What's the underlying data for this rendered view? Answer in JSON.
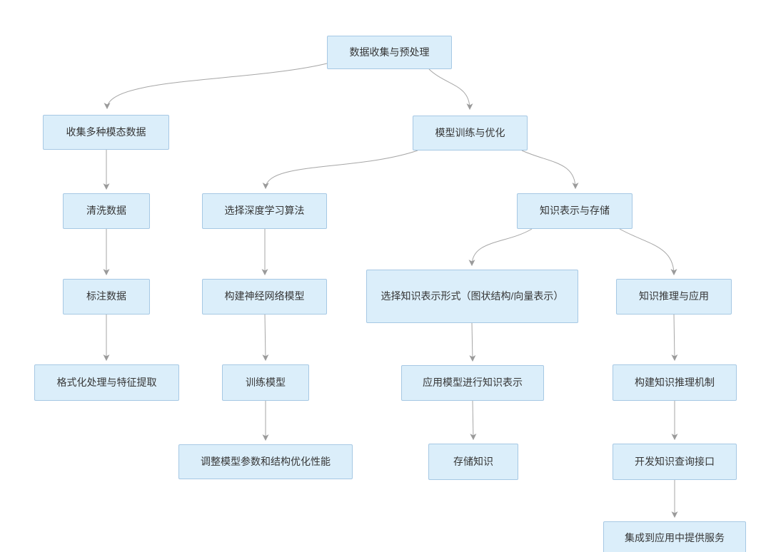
{
  "diagram": {
    "type": "flowchart",
    "background": "#ffffff",
    "node_fill": "#dbeefa",
    "node_border": "#a6c8e4",
    "edge_color": "#a6a6a6",
    "arrow_color": "#9a9a9a",
    "text_color": "#363636",
    "nodes": [
      {
        "id": "collect-preprocess",
        "label": "数据收集与预处理"
      },
      {
        "id": "collect-multimodal",
        "label": "收集多种模态数据"
      },
      {
        "id": "model-train-optimize",
        "label": "模型训练与优化"
      },
      {
        "id": "clean-data",
        "label": "清洗数据"
      },
      {
        "id": "select-dl-algorithm",
        "label": "选择深度学习算法"
      },
      {
        "id": "knowledge-represent-store",
        "label": "知识表示与存储"
      },
      {
        "id": "annotate-data",
        "label": "标注数据"
      },
      {
        "id": "build-nn-model",
        "label": "构建神经网络模型"
      },
      {
        "id": "select-kr-form",
        "label": "选择知识表示形式（图状结构/向量表示）"
      },
      {
        "id": "knowledge-reason-apply",
        "label": "知识推理与应用"
      },
      {
        "id": "format-feature-extract",
        "label": "格式化处理与特征提取"
      },
      {
        "id": "train-model",
        "label": "训练模型"
      },
      {
        "id": "apply-model-kr",
        "label": "应用模型进行知识表示"
      },
      {
        "id": "build-reasoning-mechanism",
        "label": "构建知识推理机制"
      },
      {
        "id": "tune-params-optimize",
        "label": "调整模型参数和结构优化性能"
      },
      {
        "id": "store-knowledge",
        "label": "存储知识"
      },
      {
        "id": "develop-query-api",
        "label": "开发知识查询接口"
      },
      {
        "id": "integrate-app-service",
        "label": "集成到应用中提供服务"
      }
    ],
    "edges": [
      {
        "from": "collect-preprocess",
        "to": "collect-multimodal"
      },
      {
        "from": "collect-preprocess",
        "to": "model-train-optimize"
      },
      {
        "from": "collect-multimodal",
        "to": "clean-data"
      },
      {
        "from": "clean-data",
        "to": "annotate-data"
      },
      {
        "from": "annotate-data",
        "to": "format-feature-extract"
      },
      {
        "from": "model-train-optimize",
        "to": "select-dl-algorithm"
      },
      {
        "from": "model-train-optimize",
        "to": "knowledge-represent-store"
      },
      {
        "from": "select-dl-algorithm",
        "to": "build-nn-model"
      },
      {
        "from": "build-nn-model",
        "to": "train-model"
      },
      {
        "from": "train-model",
        "to": "tune-params-optimize"
      },
      {
        "from": "knowledge-represent-store",
        "to": "select-kr-form"
      },
      {
        "from": "knowledge-represent-store",
        "to": "knowledge-reason-apply"
      },
      {
        "from": "select-kr-form",
        "to": "apply-model-kr"
      },
      {
        "from": "apply-model-kr",
        "to": "store-knowledge"
      },
      {
        "from": "knowledge-reason-apply",
        "to": "build-reasoning-mechanism"
      },
      {
        "from": "build-reasoning-mechanism",
        "to": "develop-query-api"
      },
      {
        "from": "develop-query-api",
        "to": "integrate-app-service"
      }
    ]
  }
}
